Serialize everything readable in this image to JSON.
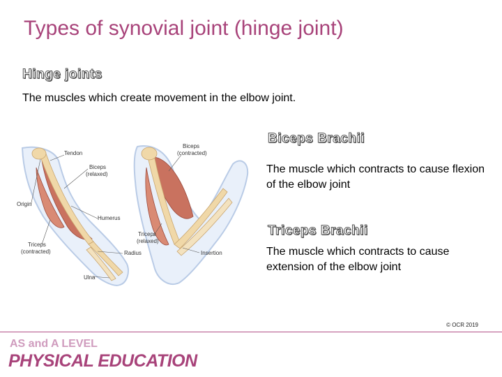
{
  "slide": {
    "title": "Types of synovial joint (hinge joint)",
    "section_heading": "Hinge joints",
    "intro": "The muscles which create movement in the elbow joint."
  },
  "diagram": {
    "labels": {
      "tendon": "Tendon",
      "biceps_relaxed_1": "Biceps",
      "biceps_relaxed_2": "(relaxed)",
      "origin": "Origin",
      "humerus": "Humerus",
      "triceps_contracted_1": "Triceps",
      "triceps_contracted_2": "(contracted)",
      "radius": "Radius",
      "ulna": "Ulna",
      "biceps_contracted_1": "Biceps",
      "biceps_contracted_2": "(contracted)",
      "triceps_relaxed_1": "Triceps",
      "triceps_relaxed_2": "(relaxed)",
      "insertion": "Insertion"
    }
  },
  "muscles": [
    {
      "name": "Biceps Brachii",
      "description": "The muscle which contracts to cause flexion of the elbow joint"
    },
    {
      "name": "Triceps Brachii",
      "description": "The muscle which contracts to cause extension of the elbow joint"
    }
  ],
  "footer": {
    "copyright": "© OCR 2019",
    "brand_line1": "AS and A LEVEL",
    "brand_line2": "PHYSICAL EDUCATION"
  },
  "colors": {
    "title": "#a8437a",
    "footer_line": "#b04d85",
    "brand_light": "#cf9bbd",
    "arm_outline": "#b9cbe6",
    "muscle": "#c9725f",
    "bone": "#f0d8a8"
  }
}
